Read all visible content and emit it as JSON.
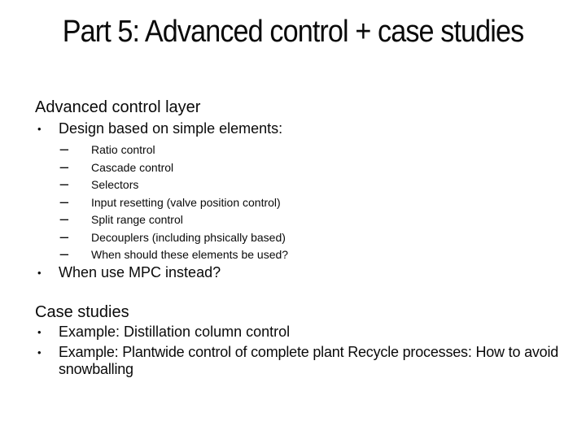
{
  "slide": {
    "title": "Part 5: Advanced control + case studies",
    "background_color": "#ffffff",
    "text_color": "#0a0a0a"
  },
  "content": {
    "level1_marker": "•",
    "level2_marker": "–",
    "section1_heading": "Advanced control layer",
    "bullet1": "Design based on simple elements:",
    "sub_bullets": [
      "Ratio control",
      "Cascade control",
      "Selectors",
      "Input resetting (valve position control)",
      "Split range control",
      "Decouplers (including phsically based)",
      "When should these elements be used?"
    ],
    "bullet2": "When use MPC instead?",
    "section2_heading": "Case studies",
    "bullet3": "Example: Distillation column control",
    "bullet4": "Example: Plantwide control of complete plant Recycle processes: How to avoid snowballing"
  }
}
